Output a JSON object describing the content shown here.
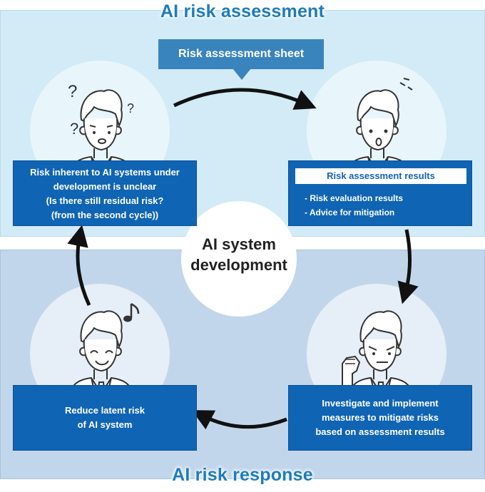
{
  "diagram": {
    "top_title": "AI risk assessment",
    "bottom_title": "AI risk response",
    "sheet_label": "Risk assessment sheet",
    "center_label": [
      "AI system",
      "development"
    ],
    "box_unclear": [
      "Risk inherent to AI systems under",
      "development is unclear",
      "(Is there still residual risk?",
      "(from the second cycle))"
    ],
    "box_results": {
      "title": "Risk assessment results",
      "items": [
        "- Risk evaluation results",
        "- Advice for mitigation"
      ]
    },
    "box_mitigate": [
      "Investigate and implement",
      "measures to mitigate risks",
      "based on assessment results"
    ],
    "box_reduce": [
      "Reduce latent risk",
      "of AI system"
    ],
    "confused_marks": [
      "?",
      "?",
      "?"
    ],
    "colors": {
      "top_region": "#d2ebf6",
      "bottom_region": "#c2d6eb",
      "box": "#1064b4",
      "title_text": "#1e7bbd",
      "sheet_box": "#3a84bd"
    }
  }
}
